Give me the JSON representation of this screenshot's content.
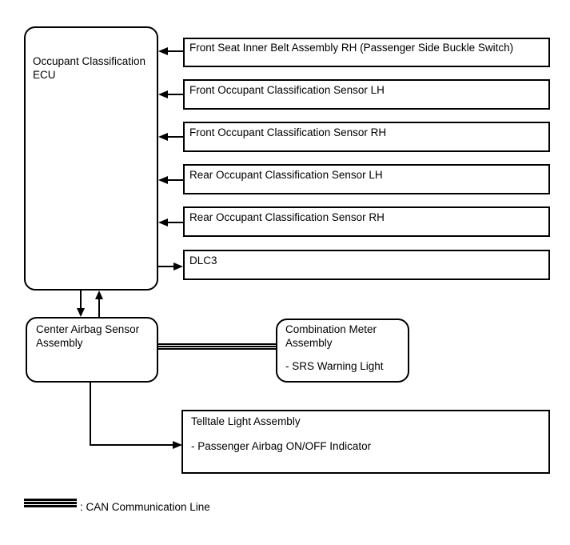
{
  "ecu": {
    "label": "Occupant Classification ECU"
  },
  "inputs": [
    {
      "label": "Front Seat Inner Belt Assembly RH (Passenger Side Buckle Switch)"
    },
    {
      "label": "Front Occupant Classification Sensor LH"
    },
    {
      "label": "Front Occupant Classification Sensor RH"
    },
    {
      "label": "Rear Occupant Classification Sensor LH"
    },
    {
      "label": "Rear Occupant Classification Sensor RH"
    },
    {
      "label": "DLC3"
    }
  ],
  "center_airbag": {
    "label": "Center Airbag Sensor Assembly"
  },
  "combination_meter": {
    "title": "Combination Meter Assembly",
    "item": "- SRS Warning Light"
  },
  "telltale": {
    "title": "Telltale Light Assembly",
    "item": "- Passenger Airbag ON/OFF Indicator"
  },
  "legend": {
    "label": ": CAN Communication Line"
  },
  "colors": {
    "line": "#000000",
    "background": "#ffffff"
  }
}
